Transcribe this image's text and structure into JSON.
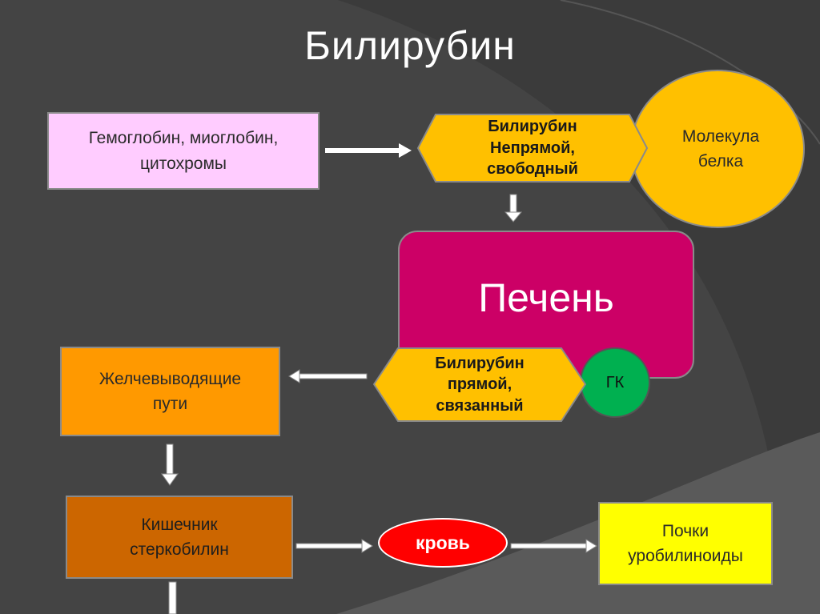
{
  "title": "Билирубин",
  "nodes": {
    "sources": "Гемоглобин, миоглобин, цитохромы",
    "indirect_bilirubin": [
      "Билирубин",
      "Непрямой,",
      "свободный"
    ],
    "protein_molecule": [
      "Молекула",
      "белка"
    ],
    "liver": "Печень",
    "direct_bilirubin": [
      "Билирубин",
      "прямой,",
      "связанный"
    ],
    "gk": "ГК",
    "bile_ducts": [
      "Желчевыводящие",
      "пути"
    ],
    "intestine": [
      "Кишечник",
      "стеркобилин"
    ],
    "blood": "кровь",
    "kidneys": [
      "Почки",
      "уробилиноиды"
    ]
  },
  "colors": {
    "background": "#3b3b3b",
    "sources_fill": "#ffccff",
    "bilirubin_hex_fill": "#ffc000",
    "protein_fill": "#ffc000",
    "liver_fill": "#cc0066",
    "gk_fill": "#00b050",
    "bile_ducts_fill": "#ff9900",
    "intestine_fill": "#cc6600",
    "blood_fill": "#ff0000",
    "kidneys_fill": "#ffff00",
    "arrow": "#ffffff"
  }
}
